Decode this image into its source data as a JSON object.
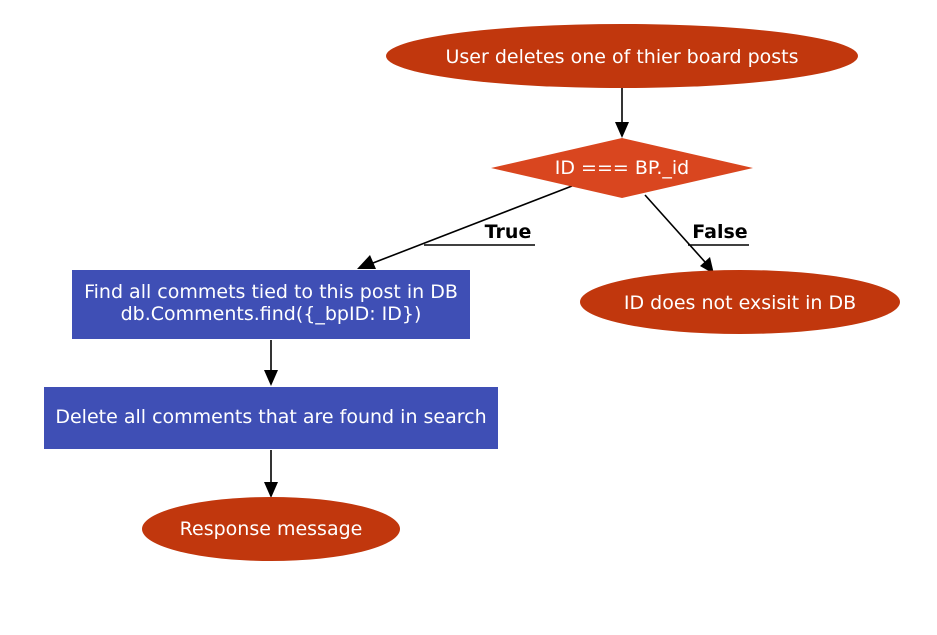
{
  "colors": {
    "ellipse_fill": "#c1370d",
    "diamond_fill": "#d9461f",
    "rect_fill": "#3f4fb5",
    "edge": "#000000",
    "node_text": "#ffffff"
  },
  "nodes": {
    "start": {
      "label": "User deletes one of thier board posts"
    },
    "decision": {
      "label": "ID === BP._id"
    },
    "find": {
      "line1": "Find all commets tied to this post in DB",
      "line2": "db.Comments.find({_bpID: ID})"
    },
    "not_exist": {
      "label": "ID does not exsisit in DB"
    },
    "delete": {
      "label": "Delete all comments that are found in search"
    },
    "response": {
      "label": "Response message"
    }
  },
  "edges": {
    "true_label": "True",
    "false_label": "False"
  }
}
